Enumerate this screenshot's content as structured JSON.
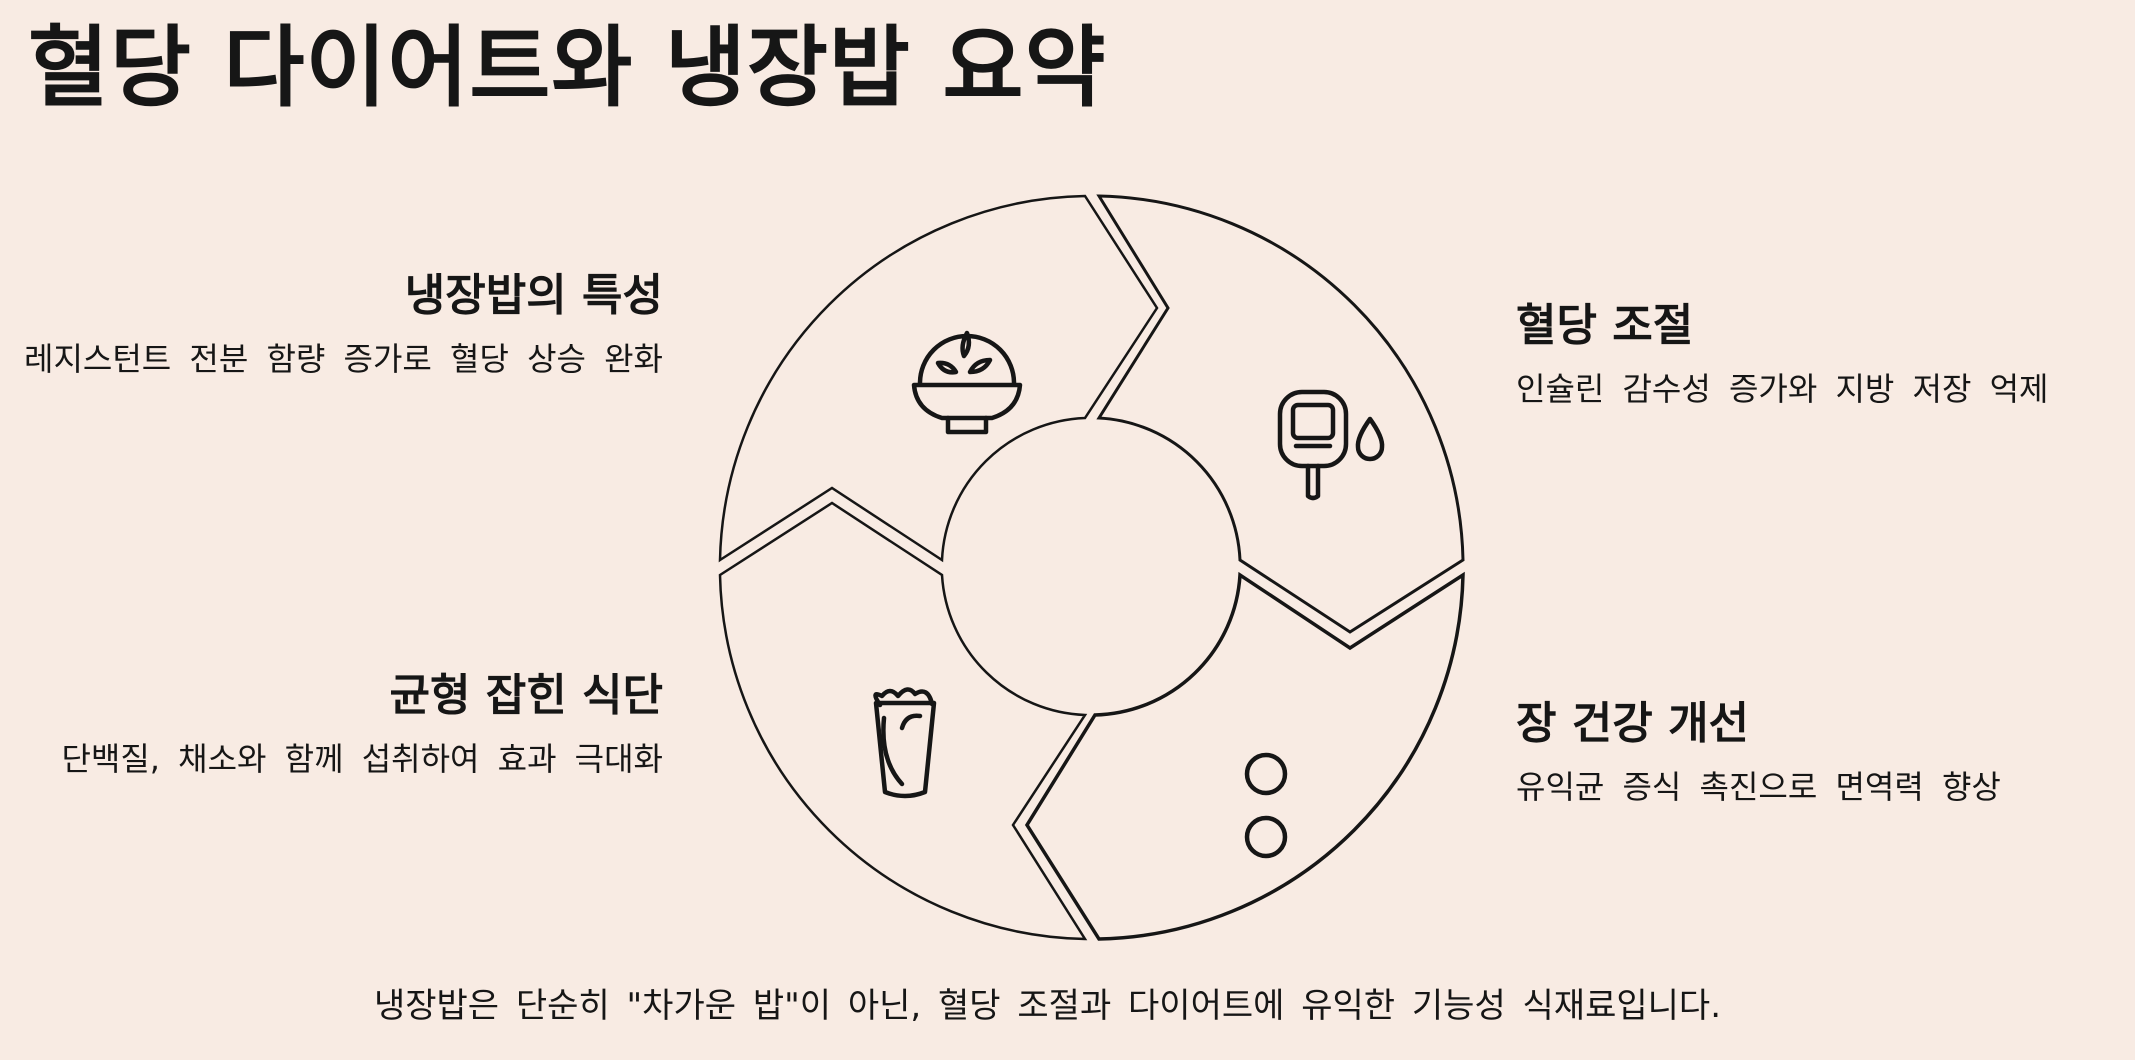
{
  "title": "혈당 다이어트와 냉장밥 요약",
  "segments": [
    {
      "position": "top-left",
      "icon": "rice-bowl-icon",
      "heading": "냉장밥의 특성",
      "description": "레지스턴트 전분 함량 증가로 혈당 상승 완화"
    },
    {
      "position": "top-right",
      "icon": "glucose-meter-icon",
      "heading": "혈당 조절",
      "description": "인슐린 감수성 증가와 지방 저장 억제"
    },
    {
      "position": "bottom-right",
      "icon": "probiotics-icon",
      "heading": "장 건강 개선",
      "description": "유익균 증식 촉진으로 면역력 향상"
    },
    {
      "position": "bottom-left",
      "icon": "wrap-icon",
      "heading": "균형 잡힌 식단",
      "description": "단백질, 채소와 함께 섭취하여 효과 극대화"
    }
  ],
  "footer": "냉장밥은 단순히 \"차가운 밥\"이 아닌, 혈당 조절과 다이어트에 유익한 기능성 식재료입니다."
}
